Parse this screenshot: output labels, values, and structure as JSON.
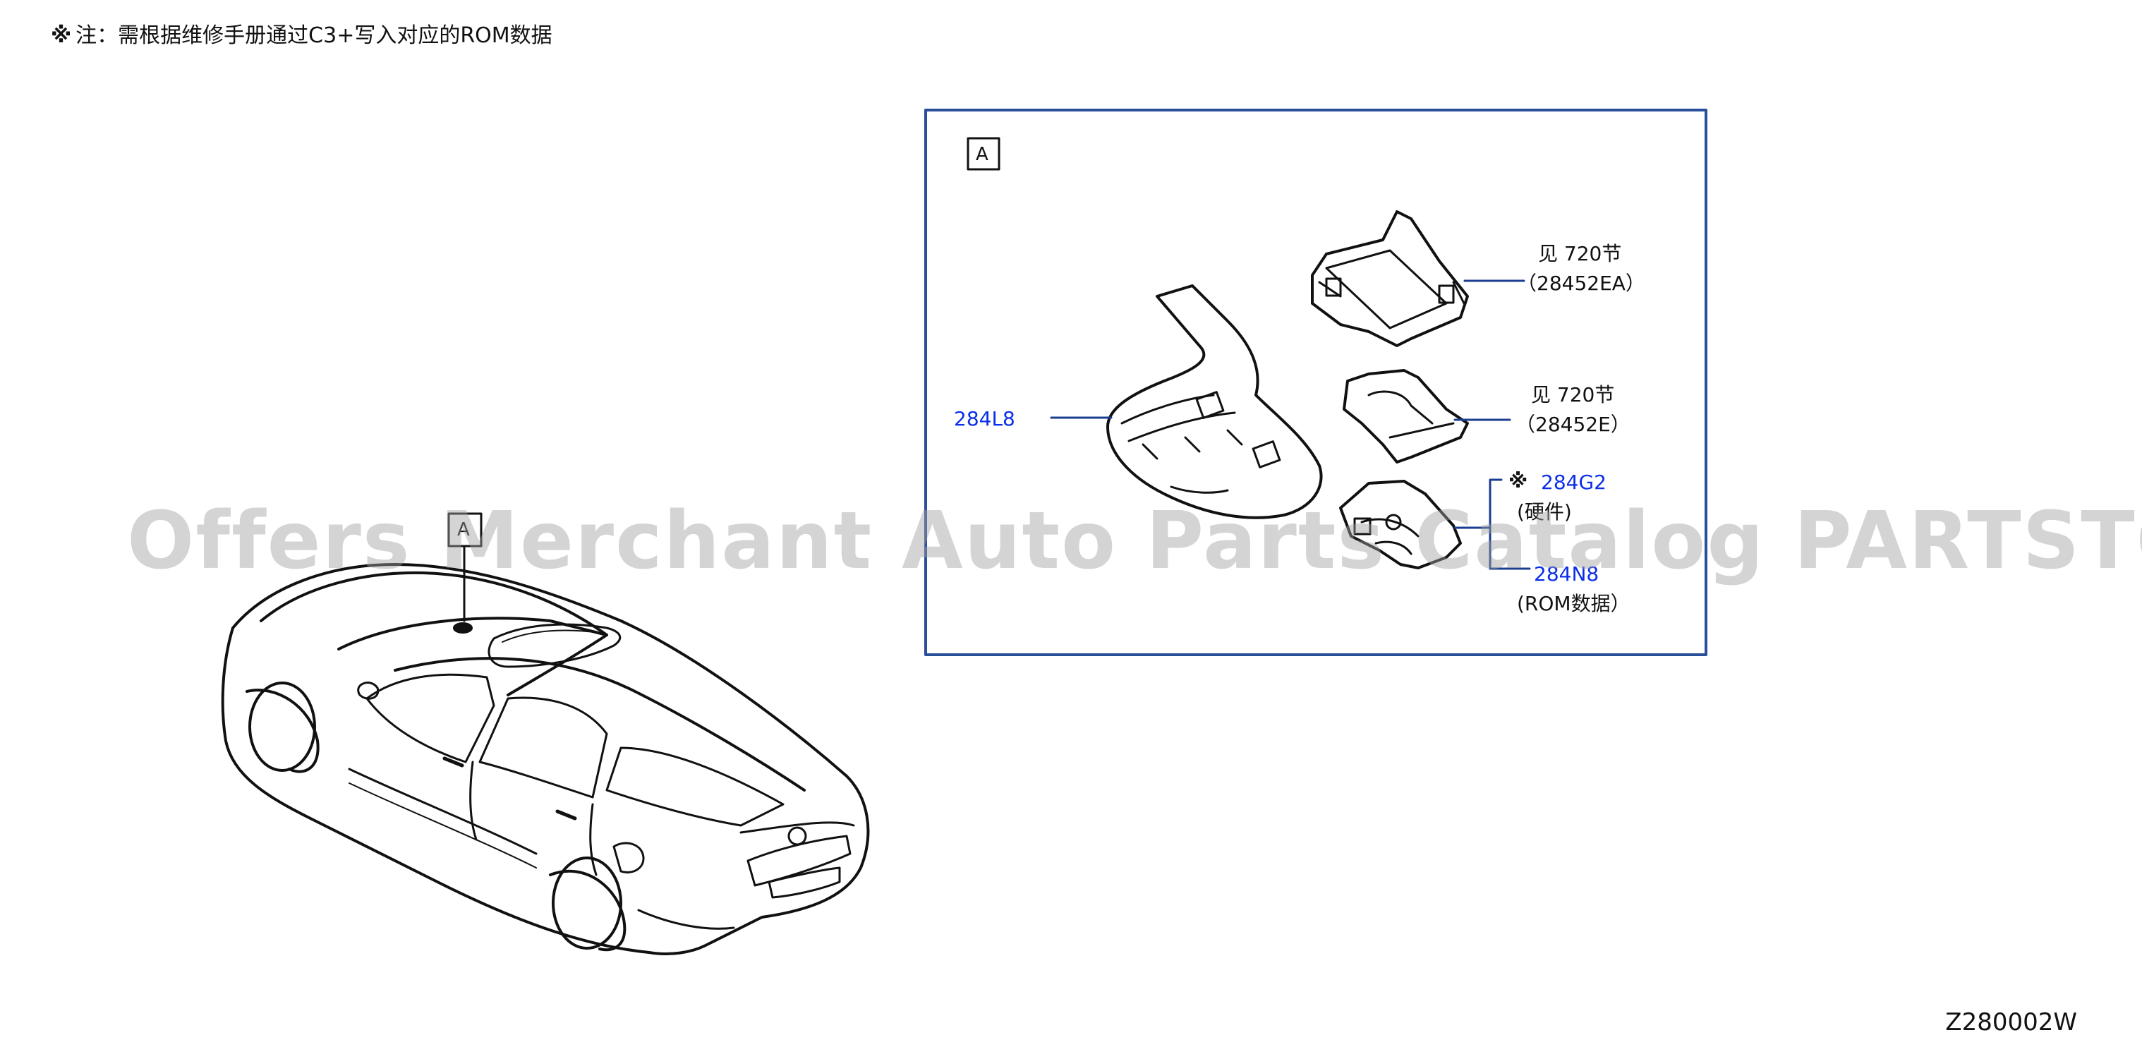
{
  "note": {
    "mark": "※",
    "text": "注：需根据维修手册通过C3+写入对应的ROM数据"
  },
  "callout_box": {
    "label": "A",
    "border_color": "#2a4f9a"
  },
  "car_callout": {
    "label": "A"
  },
  "parts": [
    {
      "code": "284L8",
      "desc": "",
      "color": "#0b2ee8"
    },
    {
      "code": "见 720节",
      "desc": "（28452EA）",
      "color": "#111111"
    },
    {
      "code": "见 720节",
      "desc": "（28452E）",
      "color": "#111111"
    },
    {
      "mark": "※",
      "code": "284G2",
      "desc": "(硬件)",
      "color": "#0b2ee8"
    },
    {
      "code": "284N8",
      "desc": "(ROM数据）",
      "color": "#0b2ee8"
    }
  ],
  "diagram_id": "Z280002W",
  "watermark": "Offers Merchant Auto Parts Catalog PARTSTORE.SA",
  "icons": [
    "car-illustration",
    "camera-bracket-icon",
    "mounting-frame-icon",
    "cover-icon",
    "camera-unit-icon"
  ]
}
